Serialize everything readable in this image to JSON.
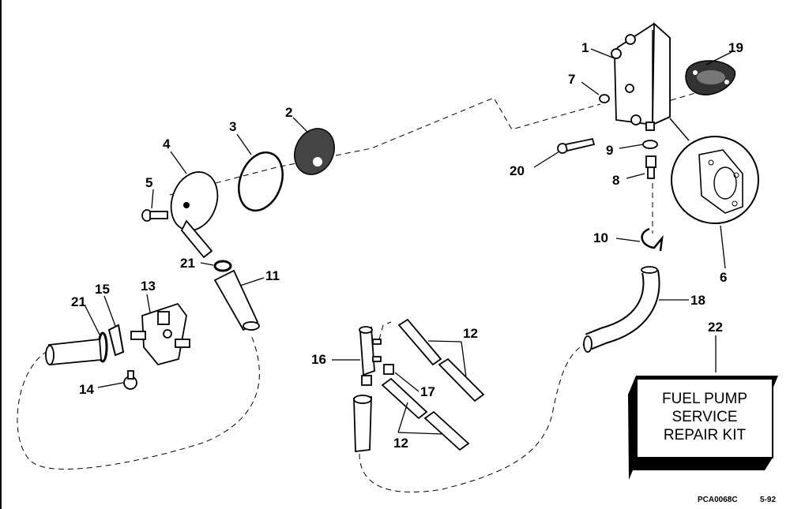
{
  "diagram": {
    "callouts": [
      {
        "id": "c1",
        "text": "1"
      },
      {
        "id": "c2",
        "text": "2"
      },
      {
        "id": "c3",
        "text": "3"
      },
      {
        "id": "c4",
        "text": "4"
      },
      {
        "id": "c5",
        "text": "5"
      },
      {
        "id": "c6",
        "text": "6"
      },
      {
        "id": "c7",
        "text": "7"
      },
      {
        "id": "c8",
        "text": "8"
      },
      {
        "id": "c9",
        "text": "9"
      },
      {
        "id": "c10",
        "text": "10"
      },
      {
        "id": "c11",
        "text": "11"
      },
      {
        "id": "c12a",
        "text": "12"
      },
      {
        "id": "c12b",
        "text": "12"
      },
      {
        "id": "c13",
        "text": "13"
      },
      {
        "id": "c14",
        "text": "14"
      },
      {
        "id": "c15",
        "text": "15"
      },
      {
        "id": "c16",
        "text": "16"
      },
      {
        "id": "c17",
        "text": "17"
      },
      {
        "id": "c18",
        "text": "18"
      },
      {
        "id": "c19",
        "text": "19"
      },
      {
        "id": "c20",
        "text": "20"
      },
      {
        "id": "c21a",
        "text": "21"
      },
      {
        "id": "c21b",
        "text": "21"
      },
      {
        "id": "c22",
        "text": "22"
      }
    ],
    "kit_box": {
      "line1": "FUEL PUMP",
      "line2": "SERVICE",
      "line3": "REPAIR KIT"
    },
    "footer": {
      "code": "PCA0068C",
      "date": "5-92"
    }
  }
}
